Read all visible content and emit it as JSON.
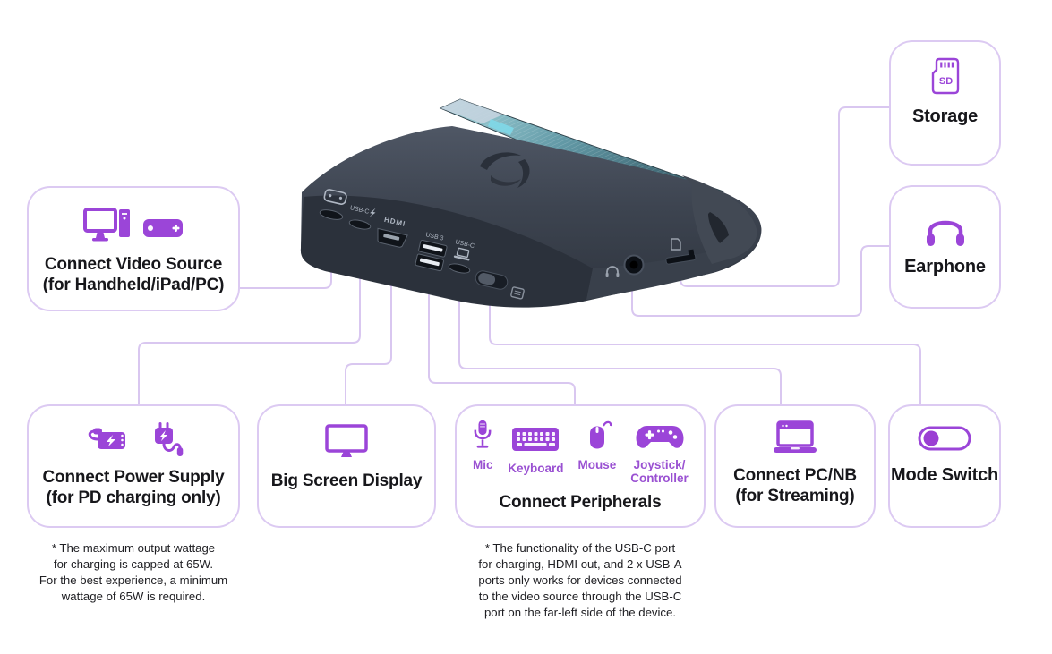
{
  "colors": {
    "accent_purple": "#9b45d8",
    "toggle_fill": "#9b3fd3",
    "connector_line": "#d9c7f0",
    "port_dot": "#c9a9e6",
    "box_border": "#dccaf2",
    "title_text": "#17171b",
    "device_body": "#3c434e",
    "device_fin_teal": "#6fa7b2"
  },
  "callouts": {
    "storage": {
      "title": "Storage"
    },
    "earphone": {
      "title": "Earphone"
    },
    "video_source": {
      "title": "Connect Video Source\n(for Handheld/iPad/PC)"
    },
    "power_supply": {
      "title": "Connect Power Supply\n(for PD charging only)"
    },
    "big_screen": {
      "title": "Big Screen Display"
    },
    "peripherals": {
      "title": "Connect Peripherals",
      "items": [
        {
          "label": "Mic"
        },
        {
          "label": "Keyboard"
        },
        {
          "label": "Mouse"
        },
        {
          "label": "Joystick/\nController"
        }
      ]
    },
    "pc_nb": {
      "title": "Connect PC/NB\n(for Streaming)"
    },
    "mode_switch": {
      "title": "Mode Switch"
    }
  },
  "footnotes": {
    "power_note": "* The maximum output wattage\nfor charging is capped at 65W.\nFor the best experience, a minimum\nwattage of 65W is required.",
    "usb_note": "* The functionality of the USB-C port\nfor charging, HDMI out, and 2 x USB-A\nports only works for devices connected\nto the video source through the USB-C\nport on the far-left side of the device."
  },
  "device": {
    "labels": {
      "power_port": "USB-C",
      "hdmi": "HDMI",
      "usb3": "USB 3",
      "stream_port": "USB-C"
    }
  }
}
